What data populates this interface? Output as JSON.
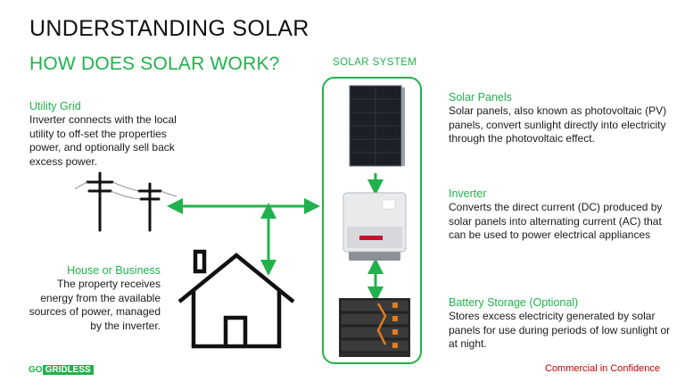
{
  "title": "UNDERSTANDING SOLAR",
  "subtitle": "HOW DOES SOLAR WORK?",
  "system_label": "SOLAR SYSTEM",
  "utility": {
    "heading": "Utility Grid",
    "description": "Inverter connects with the local utility to off-set the properties power, and optionally sell back excess power."
  },
  "house": {
    "heading": "House or Business",
    "description": "The property receives energy from the available sources of power, managed by the inverter."
  },
  "panels": {
    "heading": "Solar Panels",
    "description": "Solar panels, also known as photovoltaic (PV) panels, convert sunlight directly into electricity through the photovoltaic effect."
  },
  "inverter": {
    "heading": "Inverter",
    "description": "Converts the direct current (DC) produced by solar panels into alternating current (AC) that can be used to power electrical appliances"
  },
  "battery": {
    "heading": "Battery Storage (Optional)",
    "description": "Stores excess electricity generated by solar panels for use during periods of low sunlight or at night."
  },
  "footer": {
    "brand_prefix": "GO",
    "brand_box": "GRIDLESS",
    "confidentiality": "Commercial in Confidence"
  },
  "colors": {
    "accent": "#22b14c",
    "confidential": "#c00000"
  }
}
